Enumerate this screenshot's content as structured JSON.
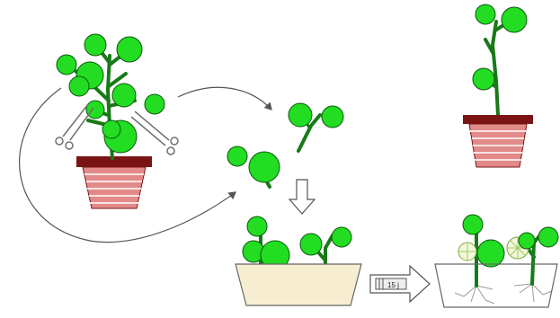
{
  "colors": {
    "leaf": "#22dd22",
    "leaf_stroke": "#0b5a0b",
    "stem": "#177a17",
    "pot_body": "#e28a8a",
    "pot_stripe": "#fbe3e3",
    "pot_rim": "#7a1414",
    "tray_fill": "#f7eed2",
    "tray_stroke": "#666666",
    "root": "#9a9a9a",
    "arrow": "#555555",
    "scissors": "#707070"
  },
  "steps": [
    {
      "id": "parent-plant",
      "icon": "potted-plant-with-scissors-icon"
    },
    {
      "id": "top-cutting",
      "icon": "cutting-icon"
    },
    {
      "id": "side-cutting",
      "icon": "cutting-icon"
    },
    {
      "id": "cuttings-in-tray",
      "icon": "propagation-tray-icon"
    },
    {
      "id": "rooted-cuttings",
      "icon": "rooted-tray-icon"
    },
    {
      "id": "regrown-plant",
      "icon": "potted-plant-icon"
    }
  ],
  "timer_label": "15 j"
}
